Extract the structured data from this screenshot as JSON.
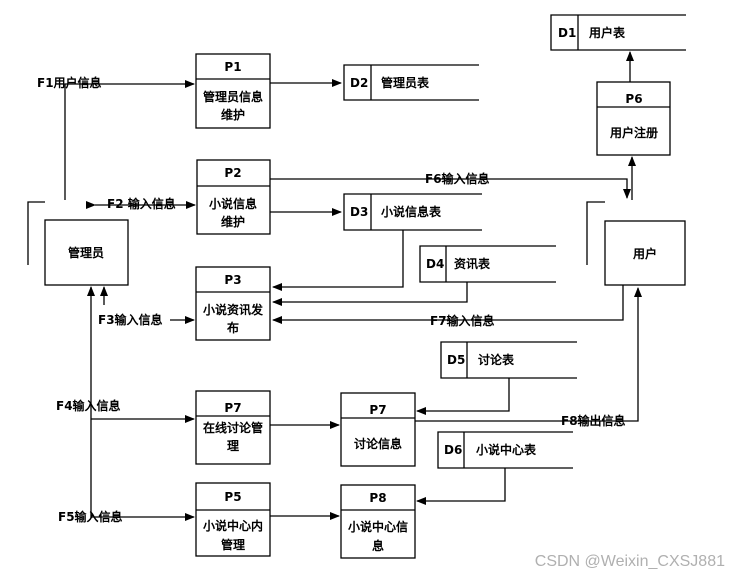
{
  "processes": {
    "p1": {
      "id": "P1",
      "line1": "管理员信息",
      "line2": "维护"
    },
    "p2": {
      "id": "P2",
      "line1": "小说信息",
      "line2": "维护"
    },
    "p3": {
      "id": "P3",
      "line1": "小说资讯发",
      "line2": "布"
    },
    "p7a": {
      "id": "P7",
      "line1": "在线讨论管",
      "line2": "理"
    },
    "p7b": {
      "id": "P7",
      "line1": "讨论信息"
    },
    "p5": {
      "id": "P5",
      "line1": "小说中心内",
      "line2": "管理"
    },
    "p8": {
      "id": "P8",
      "line1": "小说中心信",
      "line2": "息"
    },
    "p6": {
      "id": "P6",
      "line1": "用户注册"
    }
  },
  "entities": {
    "admin": "管理员",
    "user": "用户"
  },
  "stores": {
    "d1": {
      "id": "D1",
      "name": "用户表"
    },
    "d2": {
      "id": "D2",
      "name": "管理员表"
    },
    "d3": {
      "id": "D3",
      "name": "小说信息表"
    },
    "d4": {
      "id": "D4",
      "name": "资讯表"
    },
    "d5": {
      "id": "D5",
      "name": "讨论表"
    },
    "d6": {
      "id": "D6",
      "name": "小说中心表"
    }
  },
  "flows": {
    "f1": "F1用户信息",
    "f2": "F2 输入信息",
    "f3": "F3输入信息",
    "f4": "F4输入信息",
    "f5": "F5输入信息",
    "f6": "F6输入信息",
    "f7": "F7输入信息",
    "f8": "F8输出信息"
  },
  "watermark": "CSDN @Weixin_CXSJ881"
}
